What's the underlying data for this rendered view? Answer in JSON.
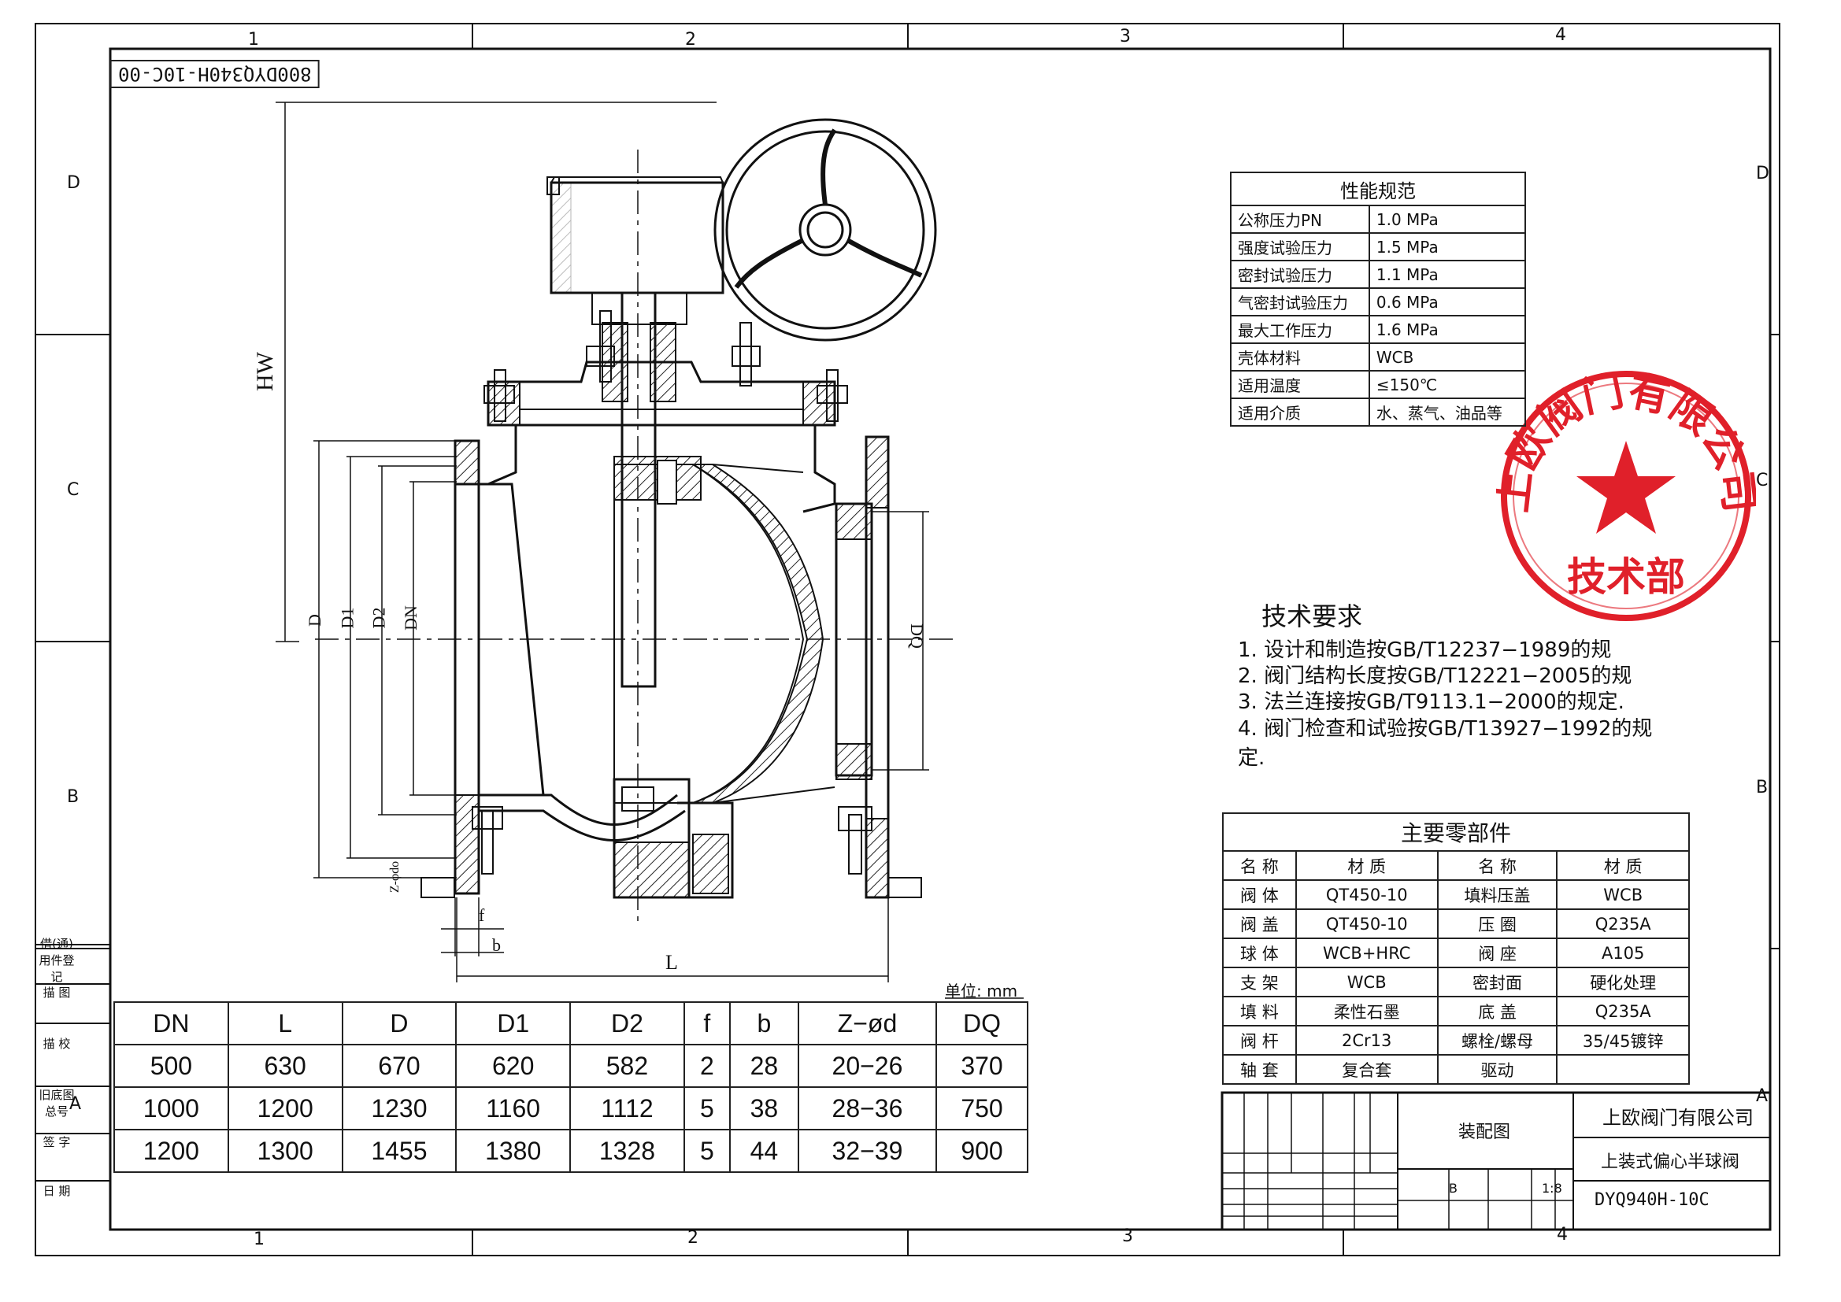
{
  "drawing_number": "800DYQ340H-10C-00",
  "frame": {
    "columns": [
      "1",
      "2",
      "3",
      "4"
    ],
    "rows": [
      "D",
      "C",
      "B",
      "A"
    ]
  },
  "dimension_labels": {
    "HW": "HW",
    "D": "D",
    "D1": "D1",
    "D2": "D2",
    "DN": "DN",
    "DQ": "DQ",
    "f": "f",
    "b": "b",
    "L": "L",
    "Z": "Z-φdo"
  },
  "performance": {
    "title": "性能规范",
    "rows": [
      {
        "k": "公称压力PN",
        "v": "1.0 MPa"
      },
      {
        "k": "强度试验压力",
        "v": "1.5 MPa"
      },
      {
        "k": "密封试验压力",
        "v": "1.1 MPa"
      },
      {
        "k": "气密封试验压力",
        "v": "0.6 MPa"
      },
      {
        "k": "最大工作压力",
        "v": "1.6 MPa"
      },
      {
        "k": "壳体材料",
        "v": "WCB"
      },
      {
        "k": "适用温度",
        "v": "≤150℃"
      },
      {
        "k": "适用介质",
        "v": "水、蒸气、油品等"
      }
    ]
  },
  "requirements": {
    "title": "技术要求",
    "lines": [
      "1. 设计和制造按GB/T12237−1989的规",
      "2. 阀门结构长度按GB/T12221−2005的规",
      "3. 法兰连接按GB/T9113.1−2000的规定.",
      "4. 阀门检查和试验按GB/T13927−1992的规",
      "定."
    ]
  },
  "unit_label": "单位: mm",
  "dimensions_table": {
    "headers": [
      "DN",
      "L",
      "D",
      "D1",
      "D2",
      "f",
      "b",
      "Z−ød",
      "DQ"
    ],
    "rows": [
      [
        "500",
        "630",
        "670",
        "620",
        "582",
        "2",
        "28",
        "20−26",
        "370"
      ],
      [
        "1000",
        "1200",
        "1230",
        "1160",
        "1112",
        "5",
        "38",
        "28−36",
        "750"
      ],
      [
        "1200",
        "1300",
        "1455",
        "1380",
        "1328",
        "5",
        "44",
        "32−39",
        "900"
      ]
    ]
  },
  "parts": {
    "title": "主要零部件",
    "headers": [
      "名 称",
      "材 质",
      "名 称",
      "材 质"
    ],
    "rows": [
      [
        "阀 体",
        "QT450-10",
        "填料压盖",
        "WCB"
      ],
      [
        "阀 盖",
        "QT450-10",
        "压 圈",
        "Q235A"
      ],
      [
        "球 体",
        "WCB+HRC",
        "阀 座",
        "A105"
      ],
      [
        "支 架",
        "WCB",
        "密封面",
        "硬化处理"
      ],
      [
        "填 料",
        "柔性石墨",
        "底 盖",
        "Q235A"
      ],
      [
        "阀 杆",
        "2Cr13",
        "螺栓/螺母",
        "35/45镀锌"
      ],
      [
        "轴 套",
        "复合套",
        "驱动",
        ""
      ]
    ]
  },
  "title_block": {
    "company": "上欧阀门有限公司",
    "drawing_title": "装配图",
    "product": "上装式偏心半球阀",
    "model": "DYQ940H-10C",
    "stage": "B",
    "scale": "1:8"
  },
  "left_strip": [
    "借(通)用件登记",
    "描 图",
    "描 校",
    "旧底图总号",
    "签 字",
    "日 期"
  ],
  "stamp": {
    "outer": "上欧阀门有限公司",
    "inner": "技术部",
    "color": "#e0202a"
  }
}
